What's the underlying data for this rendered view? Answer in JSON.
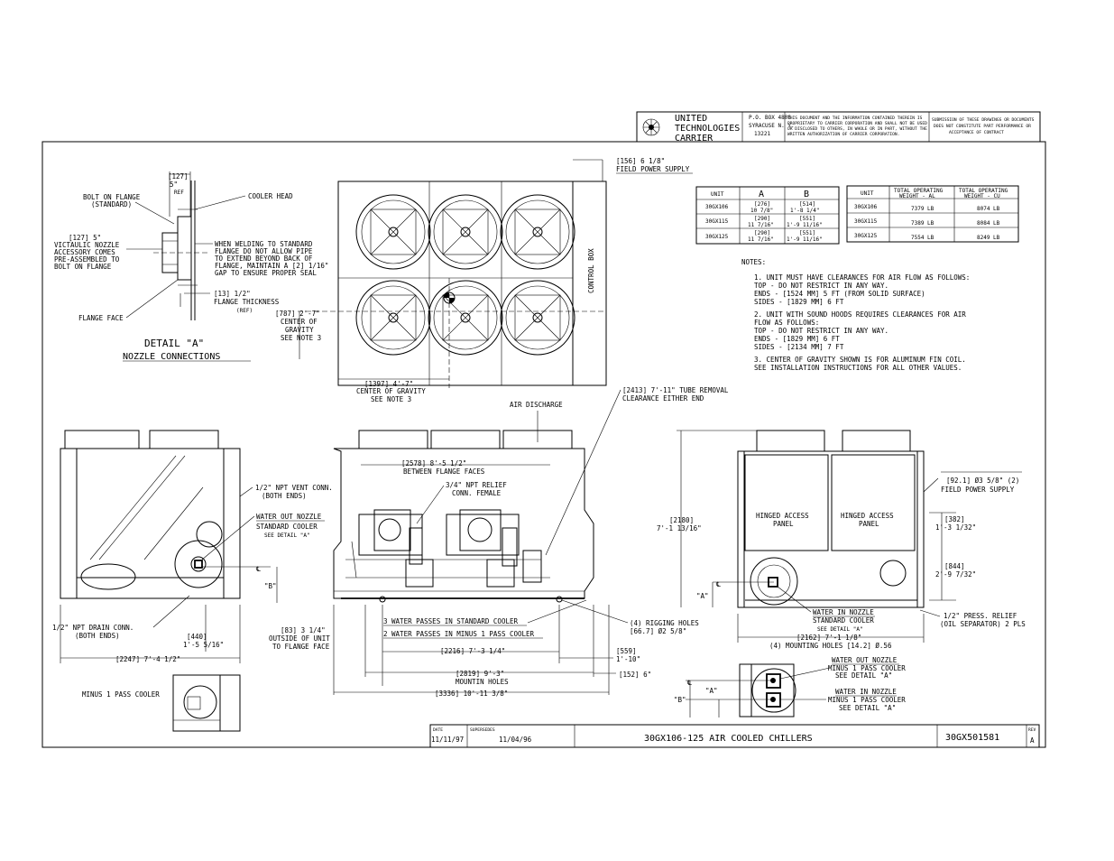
{
  "title_block": {
    "company": [
      "UNITED",
      "TECHNOLOGIES",
      "CARRIER"
    ],
    "address": [
      "P.O. BOX 4808",
      "SYRACUSE N. Y.",
      "13221"
    ],
    "notice": [
      "THIS DOCUMENT AND THE INFORMATION CONTAINED THEREIN IS",
      "PROPRIETARY TO CARRIER CORPORATION AND SHALL NOT BE USED",
      "OR DISCLOSED TO OTHERS, IN WHOLE OR IN PART, WITHOUT THE",
      "WRITTEN AUTHORIZATION OF CARRIER CORPORATION."
    ],
    "submission": [
      "SUBMISSION OF THESE DRAWINGS OR DOCUMENTS",
      "DOES NOT CONSTITUTE PART PERFORMANCE OR",
      "ACCEPTANCE OF CONTRACT"
    ]
  },
  "dims_table": {
    "headers": [
      "UNIT",
      "A",
      "B"
    ],
    "rows": [
      {
        "unit": "30GX106",
        "a": [
          "[276]",
          "10 7/8\""
        ],
        "b": [
          "[514]",
          "1'-8 1/4\""
        ]
      },
      {
        "unit": "30GX115",
        "a": [
          "[290]",
          "11 7/16\""
        ],
        "b": [
          "[551]",
          "1'-9 11/16\""
        ]
      },
      {
        "unit": "30GX125",
        "a": [
          "[290]",
          "11 7/16\""
        ],
        "b": [
          "[551]",
          "1'-9 11/16\""
        ]
      }
    ]
  },
  "weight_table": {
    "headers": [
      "UNIT",
      "TOTAL OPERATING",
      "WEIGHT - AL",
      "TOTAL OPERATING",
      "WEIGHT - CU"
    ],
    "rows": [
      {
        "unit": "30GX106",
        "al": "7379 LB",
        "cu": "8074 LB"
      },
      {
        "unit": "30GX115",
        "al": "7389 LB",
        "cu": "8084 LB"
      },
      {
        "unit": "30GX125",
        "al": "7554 LB",
        "cu": "8249 LB"
      }
    ]
  },
  "notes": {
    "heading": "NOTES:",
    "lines": [
      "1. UNIT MUST HAVE CLEARANCES FOR AIR FLOW AS FOLLOWS:",
      "   TOP - DO NOT RESTRICT IN ANY WAY.",
      "   ENDS - [1524 MM] 5 FT (FROM SOLID SURFACE)",
      "   SIDES - [1829 MM] 6 FT",
      "2. UNIT WITH SOUND HOODS REQUIRES CLEARANCES FOR AIR",
      "   FLOW AS FOLLOWS:",
      "   TOP - DO NOT RESTRICT IN ANY WAY.",
      "   ENDS - [1829 MM] 6 FT",
      "   SIDES - [2134 MM] 7 FT",
      "3. CENTER OF GRAVITY SHOWN IS FOR ALUMINUM FIN COIL.",
      "   SEE INSTALLATION INSTRUCTIONS FOR ALL OTHER VALUES."
    ]
  },
  "detail": {
    "title": "DETAIL \"A\"",
    "subtitle": "NOZZLE CONNECTIONS",
    "dim127a": "[127]",
    "dim5": "5\"",
    "ref": "REF",
    "bolt_flange": [
      "BOLT ON FLANGE",
      "(STANDARD)"
    ],
    "cooler_head": "COOLER HEAD",
    "victaulic": [
      "[127] 5\"",
      "VICTAULIC NOZZLE",
      "ACCESSORY COMES",
      "PRE-ASSEMBLED TO",
      "BOLT ON FLANGE"
    ],
    "welding": [
      "WHEN WELDING TO STANDARD",
      "FLANGE DO NOT ALLOW PIPE",
      "TO EXTEND BEYOND BACK OF",
      "FLANGE, MAINTAIN A [2] 1/16\"",
      "GAP TO ENSURE PROPER SEAL"
    ],
    "flange_thk": [
      "[13] 1/2\"",
      "FLANGE THICKNESS",
      "(REF)"
    ],
    "flange_face": "FLANGE FACE"
  },
  "top_view": {
    "field_power": [
      "[156] 6 1/8\"",
      "FIELD POWER SUPPLY"
    ],
    "control_box": "CONTROL BOX",
    "cg_side": [
      "[787] 2'-7\"",
      "CENTER OF",
      "GRAVITY",
      "SEE NOTE 3"
    ],
    "cg_bottom": [
      "[1397] 4'-7\"",
      "CENTER OF GRAVITY",
      "SEE NOTE 3"
    ]
  },
  "side_view": {
    "air_discharge": "AIR DISCHARGE",
    "tube_removal": [
      "[2413] 7'-11\" TUBE REMOVAL",
      "CLEARANCE EITHER END"
    ],
    "flange_faces": [
      "[2578] 8'-5 1/2\"",
      "BETWEEN FLANGE FACES"
    ],
    "npt_relief": [
      "3/4\" NPT RELIEF",
      "CONN. FEMALE"
    ],
    "three_pass": "3 WATER PASSES IN STANDARD COOLER",
    "two_pass": "2 WATER PASSES IN MINUS 1 PASS COOLER",
    "rigging": [
      "(4) RIGGING HOLES",
      "[66.7] Ø2 5/8\""
    ],
    "outside": [
      "[83] 3 1/4\"",
      "OUTSIDE OF UNIT",
      "TO FLANGE FACE"
    ],
    "d2216": "[2216] 7'-3 1/4\"",
    "d559": [
      "[559]",
      "1'-10\""
    ],
    "d152": "[152] 6\"",
    "mountin": [
      "[2819] 9'-3\"",
      "MOUNTIN HOLES"
    ],
    "d3336": "[3336] 10'-11 3/8\""
  },
  "left_view": {
    "vent": [
      "1/2\" NPT VENT CONN.",
      "(BOTH ENDS)"
    ],
    "water_out": [
      "WATER OUT NOZZLE",
      "STANDARD COOLER",
      "SEE DETAIL \"A\""
    ],
    "b_label": "\"B\"",
    "drain": [
      "1/2\" NPT DRAIN CONN.",
      "(BOTH ENDS)"
    ],
    "d440": [
      "[440]",
      "1'-5 5/16\""
    ],
    "d2247": "[2247] 7'-4 1/2\"",
    "minus_pass": "MINUS 1 PASS COOLER"
  },
  "right_view": {
    "field_power": [
      "FIELD POWER SUPPLY",
      "[92.1] Ø3 5/8\" (2)"
    ],
    "hinged1": [
      "HINGED ACCESS",
      "PANEL"
    ],
    "hinged2": [
      "HINGED ACCESS",
      "PANEL"
    ],
    "d2180": [
      "[2180]",
      "7'-1 13/16\""
    ],
    "d382": [
      "[382]",
      "1'-3 1/32\""
    ],
    "d844": [
      "[844]",
      "2'-9 7/32\""
    ],
    "a_label": "\"A\"",
    "water_in": [
      "WATER IN NOZZLE",
      "STANDARD COOLER",
      "SEE DETAIL \"A\""
    ],
    "press_relief": [
      "1/2\" PRESS. RELIEF",
      "(OIL SEPARATOR) 2 PLS"
    ],
    "d2162": "[2162] 7'-1 1/8\"",
    "mount_holes": "(4) MOUNTING HOLES [14.2] Ø.56"
  },
  "minus1_view": {
    "water_out": [
      "WATER OUT NOZZLE",
      "MINUS 1 PASS COOLER",
      "SEE DETAIL \"A\""
    ],
    "water_in": [
      "WATER IN NOZZLE",
      "MINUS 1 PASS COOLER",
      "SEE DETAIL \"A\""
    ],
    "a_label": "\"A\"",
    "b_label": "\"B\""
  },
  "footer": {
    "date_label": "DATE",
    "date": "11/11/97",
    "supersedes_label": "SUPERSEDES",
    "supersedes": "11/04/96",
    "title": "30GX106-125 AIR COOLED CHILLERS",
    "drawing_no": "30GX501581",
    "rev_label": "REV",
    "rev": "A"
  }
}
